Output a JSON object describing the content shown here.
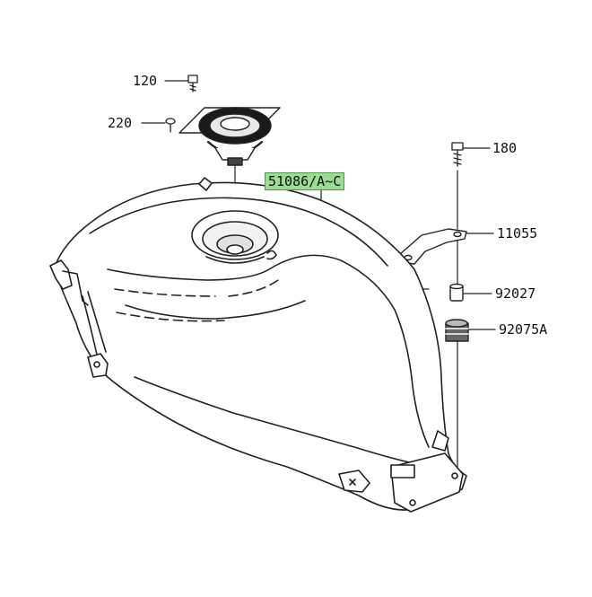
{
  "diagram": {
    "labels": {
      "p120": "120",
      "p220": "220",
      "p180": "180",
      "tank": "51086/A~C",
      "p11055": "11055",
      "p92027": "92027",
      "p92075a": "92075A"
    },
    "colors": {
      "line": "#222222",
      "highlight_fill": "#9bdc93",
      "highlight_border": "#4aa046",
      "text": "#111111"
    }
  }
}
